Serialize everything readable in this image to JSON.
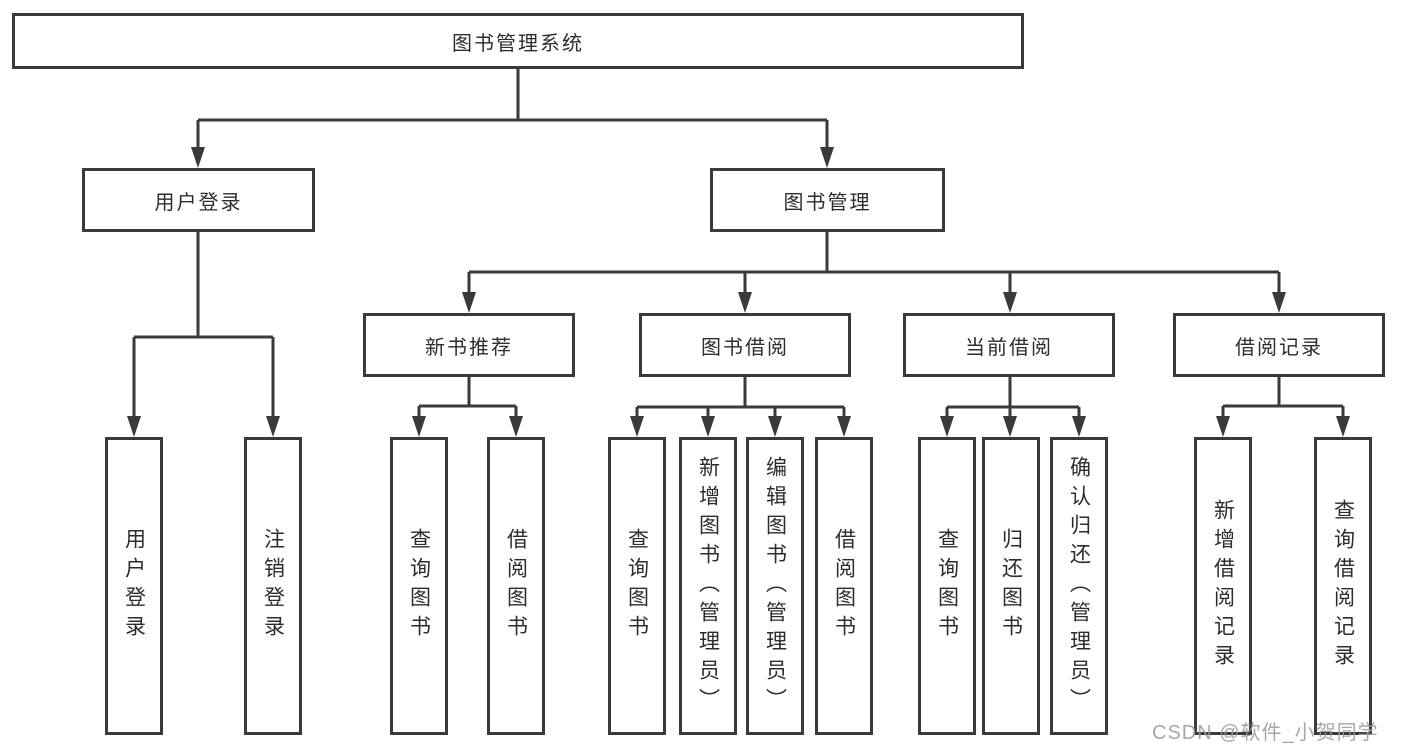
{
  "diagram": {
    "root": {
      "label": "图书管理系统"
    },
    "level2": [
      {
        "label": "用户登录",
        "children": [
          {
            "label": "用户登录"
          },
          {
            "label": "注销登录"
          }
        ]
      },
      {
        "label": "图书管理",
        "sections": [
          {
            "label": "新书推荐",
            "children": [
              {
                "label": "查询图书"
              },
              {
                "label": "借阅图书"
              }
            ]
          },
          {
            "label": "图书借阅",
            "children": [
              {
                "label": "查询图书"
              },
              {
                "label": "新增图书（管理员）"
              },
              {
                "label": "编辑图书（管理员）"
              },
              {
                "label": "借阅图书"
              }
            ]
          },
          {
            "label": "当前借阅",
            "children": [
              {
                "label": "查询图书"
              },
              {
                "label": "归还图书"
              },
              {
                "label": "确认归还（管理员）"
              }
            ]
          },
          {
            "label": "借阅记录",
            "children": [
              {
                "label": "新增借阅记录"
              },
              {
                "label": "查询借阅记录"
              }
            ]
          }
        ]
      }
    ],
    "watermark": "CSDN @软件_小贺同学",
    "colors": {
      "line": "#3a3a3a",
      "text": "#2d2d2d",
      "box_fill": "#ffffff",
      "watermark": "#969ba0"
    }
  }
}
